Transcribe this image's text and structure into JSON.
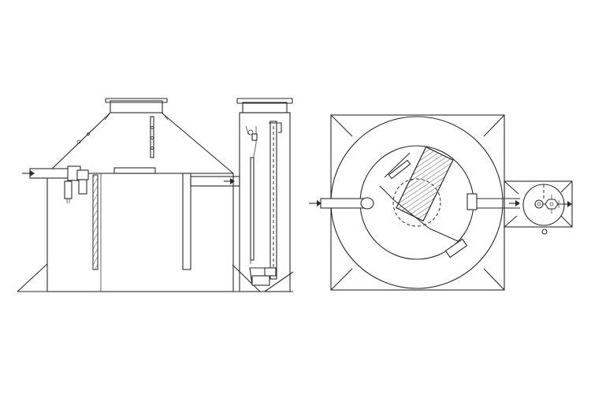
{
  "drawing": {
    "views": [
      "side-elevation",
      "plan-top-view"
    ],
    "colors": {
      "line": "#2b2b2b",
      "background": "#ffffff"
    },
    "flow_arrows": {
      "inlet": "arrow-right",
      "outlet": "arrow-right"
    }
  }
}
